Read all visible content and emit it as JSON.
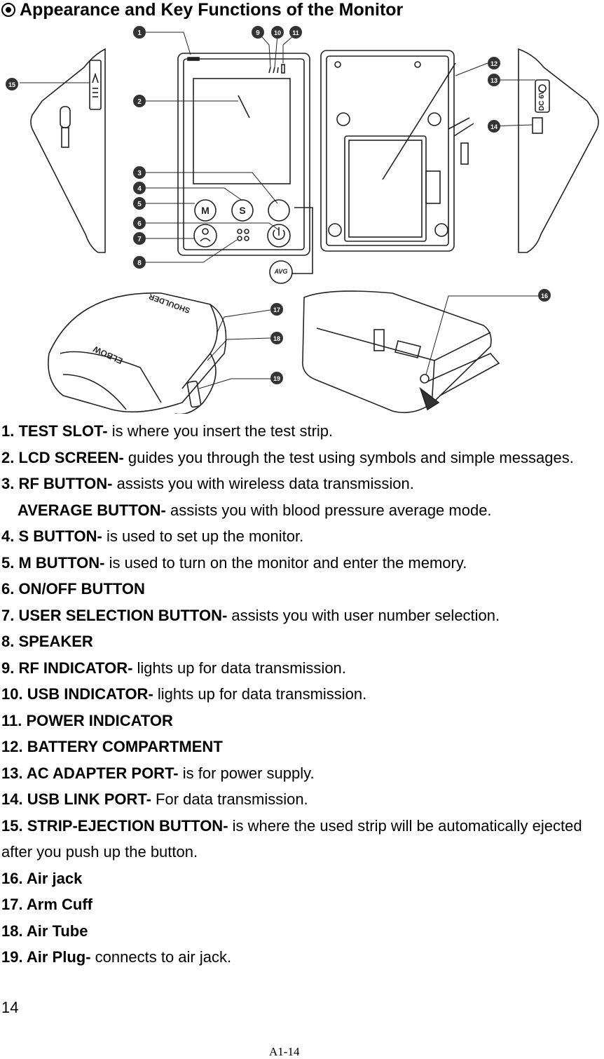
{
  "heading": "Appearance and Key Functions of the Monitor",
  "figure": {
    "callouts": [
      "1",
      "2",
      "3",
      "4",
      "5",
      "6",
      "7",
      "8",
      "9",
      "10",
      "11",
      "12",
      "13",
      "14",
      "15",
      "16",
      "17",
      "18",
      "19"
    ],
    "button_labels": {
      "m": "M",
      "s": "S",
      "avg": "AVG"
    },
    "cuff_labels": {
      "shoulder": "SHOULDER",
      "elbow": "ELBOW"
    },
    "port_labels": {
      "dc": "DC 6V"
    }
  },
  "items": [
    {
      "label": "1. TEST SLOT-",
      "text": " is where you insert the test strip."
    },
    {
      "label": "2. LCD SCREEN-",
      "text": " guides you through the test using symbols and simple messages."
    },
    {
      "label": "3. RF BUTTON-",
      "text": " assists you with wireless data transmission."
    },
    {
      "label": "AVERAGE BUTTON-",
      "text": " assists you with blood pressure average mode."
    },
    {
      "label": "4. S BUTTON-",
      "text": " is used to set up the monitor."
    },
    {
      "label": "5. M BUTTON-",
      "text": " is used to turn on the monitor and enter the memory."
    },
    {
      "label": "6. ON/OFF BUTTON",
      "text": ""
    },
    {
      "label": "7. USER SELECTION BUTTON-",
      "text": " assists you with user number selection."
    },
    {
      "label": "8. SPEAKER",
      "text": ""
    },
    {
      "label": "9. RF INDICATOR-",
      "text": " lights up for data transmission."
    },
    {
      "label": "10. USB INDICATOR-",
      "text": " lights up for data transmission."
    },
    {
      "label": "11. POWER INDICATOR",
      "text": ""
    },
    {
      "label": "12. BATTERY COMPARTMENT",
      "text": ""
    },
    {
      "label": "13. AC ADAPTER PORT-",
      "text": " is for power supply."
    },
    {
      "label": "14. USB LINK PORT-",
      "text": " For data transmission."
    },
    {
      "label": "15. STRIP-EJECTION BUTTON-",
      "text": " is where the used strip will be automatically ejected after you push up the button."
    },
    {
      "label": "16. Air jack",
      "text": ""
    },
    {
      "label": "17. Arm Cuff",
      "text": ""
    },
    {
      "label": "18. Air Tube",
      "text": ""
    },
    {
      "label": "19. Air Plug-",
      "text": " connects to air jack."
    }
  ],
  "page_number": "14",
  "footer": "A1-14"
}
